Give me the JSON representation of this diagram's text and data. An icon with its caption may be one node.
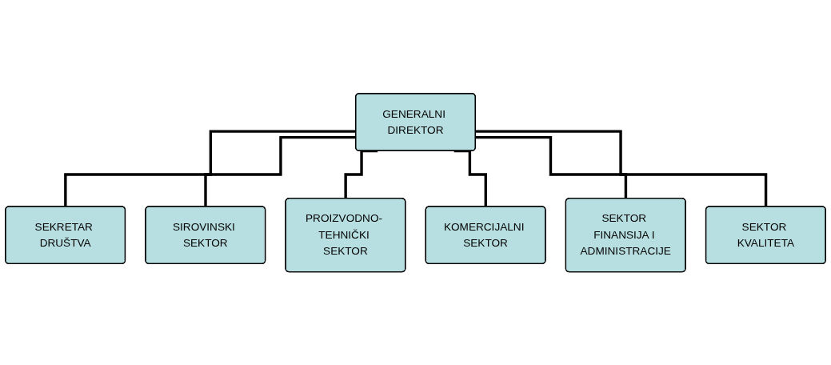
{
  "diagram": {
    "nodes": [
      {
        "text": [
          "GENERALNI DIREKTOR"
        ]
      },
      {
        "text": [
          "SEKRETAR DRUŠTVA"
        ]
      },
      {
        "text": [
          "SIROVINSKI SEKTOR"
        ]
      },
      {
        "text": [
          "PROIZVODNO- TEHNIČKI SEKTOR"
        ]
      },
      {
        "text": [
          "KOMERCIJALNI SEKTOR"
        ]
      },
      {
        "text": [
          "SEKTOR FINANSIJA I ADMINISTRACIJE"
        ]
      },
      {
        "text": [
          "SEKTOR KVALITETA"
        ]
      }
    ],
    "edges": [
      {
        "from": 0,
        "to": 1,
        "arrow": "none"
      },
      {
        "from": 0,
        "to": 2,
        "arrow": "none"
      },
      {
        "from": 0,
        "to": 3,
        "arrow": "none"
      },
      {
        "from": 0,
        "to": 4,
        "arrow": "none"
      },
      {
        "from": 0,
        "to": 5,
        "arrow": "none"
      },
      {
        "from": 0,
        "to": 6,
        "arrow": "none"
      }
    ]
  }
}
